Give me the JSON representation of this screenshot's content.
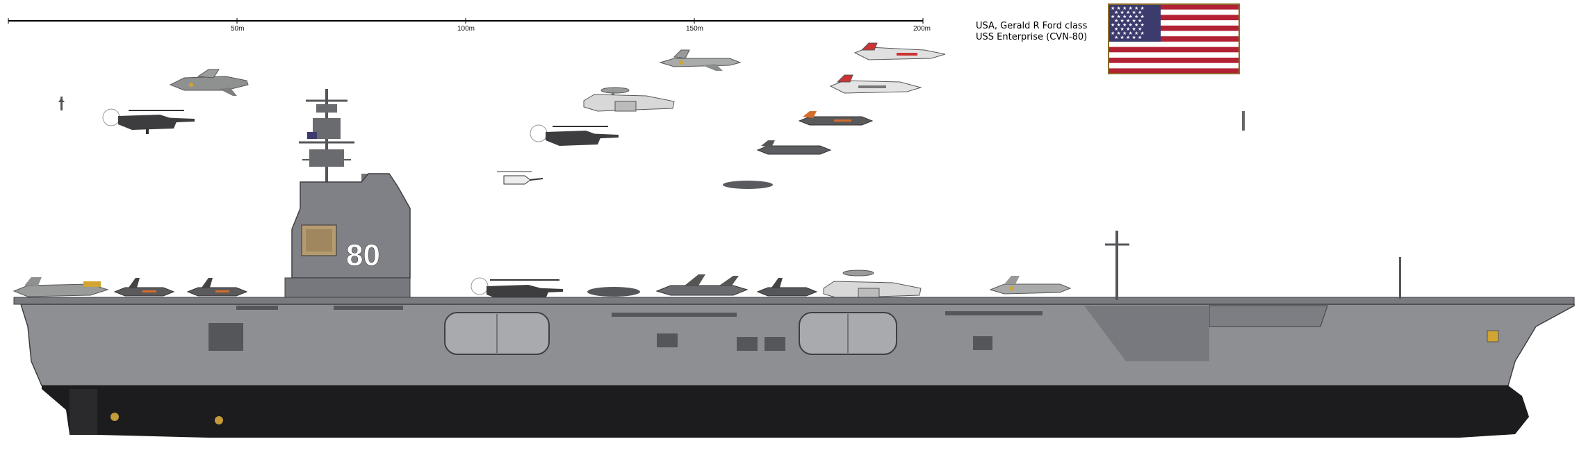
{
  "scale_bar": {
    "ticks": [
      "50m",
      "100m",
      "150m",
      "200m"
    ]
  },
  "ship_info": {
    "line1": "USA, Gerald R Ford class",
    "line2": "USS Enterprise (CVN-80)"
  },
  "hull_number": "80",
  "flag": {
    "name": "usa-flag-icon",
    "stripe_red": "#b22234",
    "canton_blue": "#3c3b6e"
  },
  "colors": {
    "hull_gray": "#8e8f93",
    "deck_gray": "#7a7b80",
    "island_gray": "#808187",
    "hull_dark": "#1c1c1e",
    "sky": "#ffffff"
  }
}
